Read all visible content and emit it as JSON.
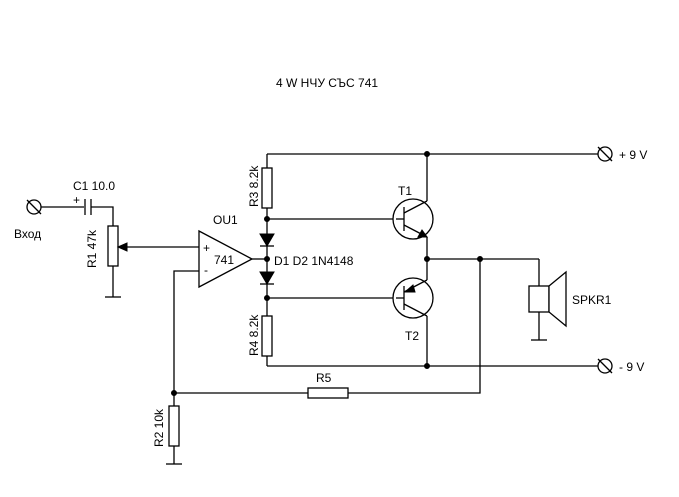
{
  "title": "4 W  НЧУ  СЪС  741",
  "labels": {
    "input": "Вход",
    "c1": "C1 10.0",
    "c1_polarity": "+",
    "r1": "R1 47k",
    "op_ref": "OU1",
    "op_plus": "+",
    "op_minus": "-",
    "op_part": "741",
    "r3": "R3 8.2k",
    "r4": "R4 8.2k",
    "diodes": "D1 D2 1N4148",
    "t1": "T1",
    "t2": "T2",
    "speaker": "SPKR1",
    "vplus": "+ 9 V",
    "vminus": "- 9 V",
    "r5": "R5",
    "r2": "R2 10k"
  }
}
